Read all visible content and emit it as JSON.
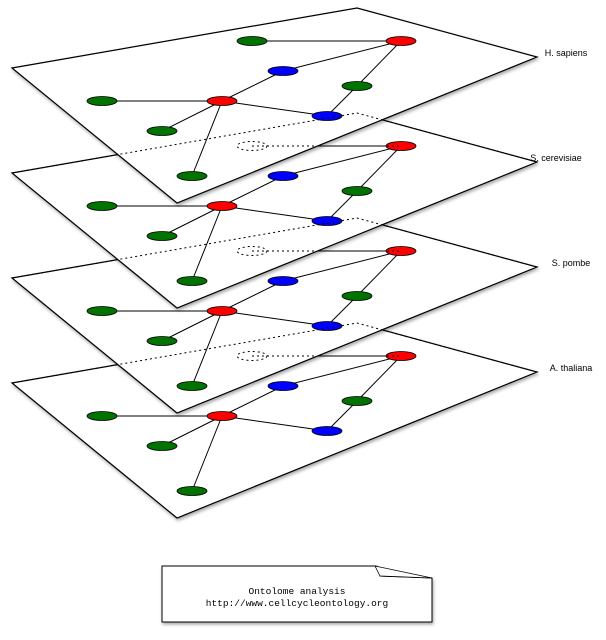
{
  "colors": {
    "red": "#ff0000",
    "green": "#007300",
    "blue": "#0000ff",
    "stroke": "#000000"
  },
  "layers": [
    {
      "name": "H. sapiens"
    },
    {
      "name": "S. cerevisiae"
    },
    {
      "name": "S. pombe"
    },
    {
      "name": "A. thaliana"
    }
  ],
  "network": {
    "nodes": [
      {
        "id": "g1",
        "color": "green"
      },
      {
        "id": "r1",
        "color": "red"
      },
      {
        "id": "b1",
        "color": "blue"
      },
      {
        "id": "g2",
        "color": "green"
      },
      {
        "id": "g3",
        "color": "green"
      },
      {
        "id": "r2",
        "color": "red"
      },
      {
        "id": "b2",
        "color": "blue"
      },
      {
        "id": "g4",
        "color": "green"
      },
      {
        "id": "g5",
        "color": "green"
      }
    ],
    "edges": [
      [
        "g1",
        "r1"
      ],
      [
        "r1",
        "b1"
      ],
      [
        "r1",
        "g2"
      ],
      [
        "b1",
        "r2"
      ],
      [
        "g3",
        "r2"
      ],
      [
        "r2",
        "b2"
      ],
      [
        "g2",
        "b2"
      ],
      [
        "r2",
        "g4"
      ],
      [
        "r2",
        "g5"
      ]
    ]
  },
  "note": {
    "line1": "Ontolome analysis",
    "line2": "http://www.cellcycleontology.org"
  }
}
